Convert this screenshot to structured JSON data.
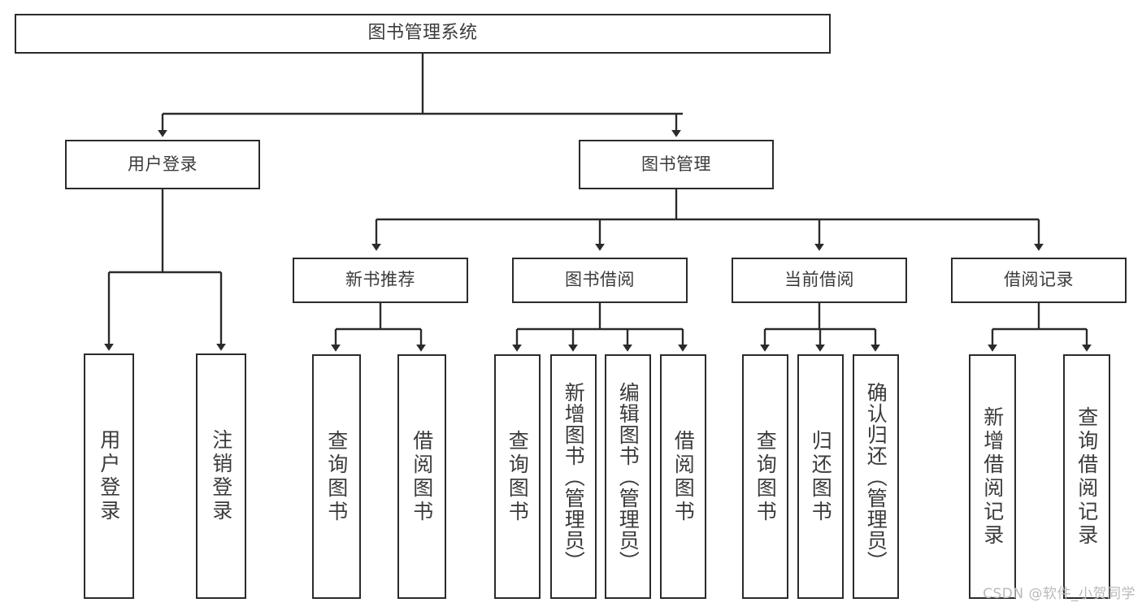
{
  "diagram": {
    "title": "图书管理系统",
    "type": "hierarchy-tree",
    "orientation": "top-down",
    "colors": {
      "stroke": "#2b2b2b",
      "box_fill": "#ffffff",
      "text": "#3b3b3b",
      "background": "#ffffff",
      "watermark": "#b9b9b9"
    },
    "watermark": "CSDN @软件_小贺同学"
  },
  "nodes": {
    "root": {
      "label": "图书管理系统",
      "level": 1
    },
    "level2": [
      {
        "id": "user-login",
        "label": "用户登录"
      },
      {
        "id": "book-management",
        "label": "图书管理"
      }
    ],
    "level3": [
      {
        "id": "new-book-recommend",
        "label": "新书推荐"
      },
      {
        "id": "book-borrow",
        "label": "图书借阅"
      },
      {
        "id": "current-borrow",
        "label": "当前借阅"
      },
      {
        "id": "borrow-record",
        "label": "借阅记录"
      }
    ],
    "leaves": {
      "user_login": [
        {
          "id": "leaf-user-login",
          "label": "用户登录"
        },
        {
          "id": "leaf-logout-login",
          "label": "注销登录"
        }
      ],
      "new_book_recommend": [
        {
          "id": "leaf-query-book-1",
          "label": "查询图书"
        },
        {
          "id": "leaf-borrow-book-1",
          "label": "借阅图书"
        }
      ],
      "book_borrow": [
        {
          "id": "leaf-query-book-2",
          "label": "查询图书"
        },
        {
          "id": "leaf-add-book",
          "label": "新增图书（管理员）"
        },
        {
          "id": "leaf-edit-book",
          "label": "编辑图书（管理员）"
        },
        {
          "id": "leaf-borrow-book-2",
          "label": "借阅图书"
        }
      ],
      "current_borrow": [
        {
          "id": "leaf-query-book-3",
          "label": "查询图书"
        },
        {
          "id": "leaf-return-book",
          "label": "归还图书"
        },
        {
          "id": "leaf-confirm-return",
          "label": "确认归还（管理员）"
        }
      ],
      "borrow_record": [
        {
          "id": "leaf-add-borrow-record",
          "label": "新增借阅记录"
        },
        {
          "id": "leaf-query-borrow-record",
          "label": "查询借阅记录"
        }
      ]
    }
  }
}
